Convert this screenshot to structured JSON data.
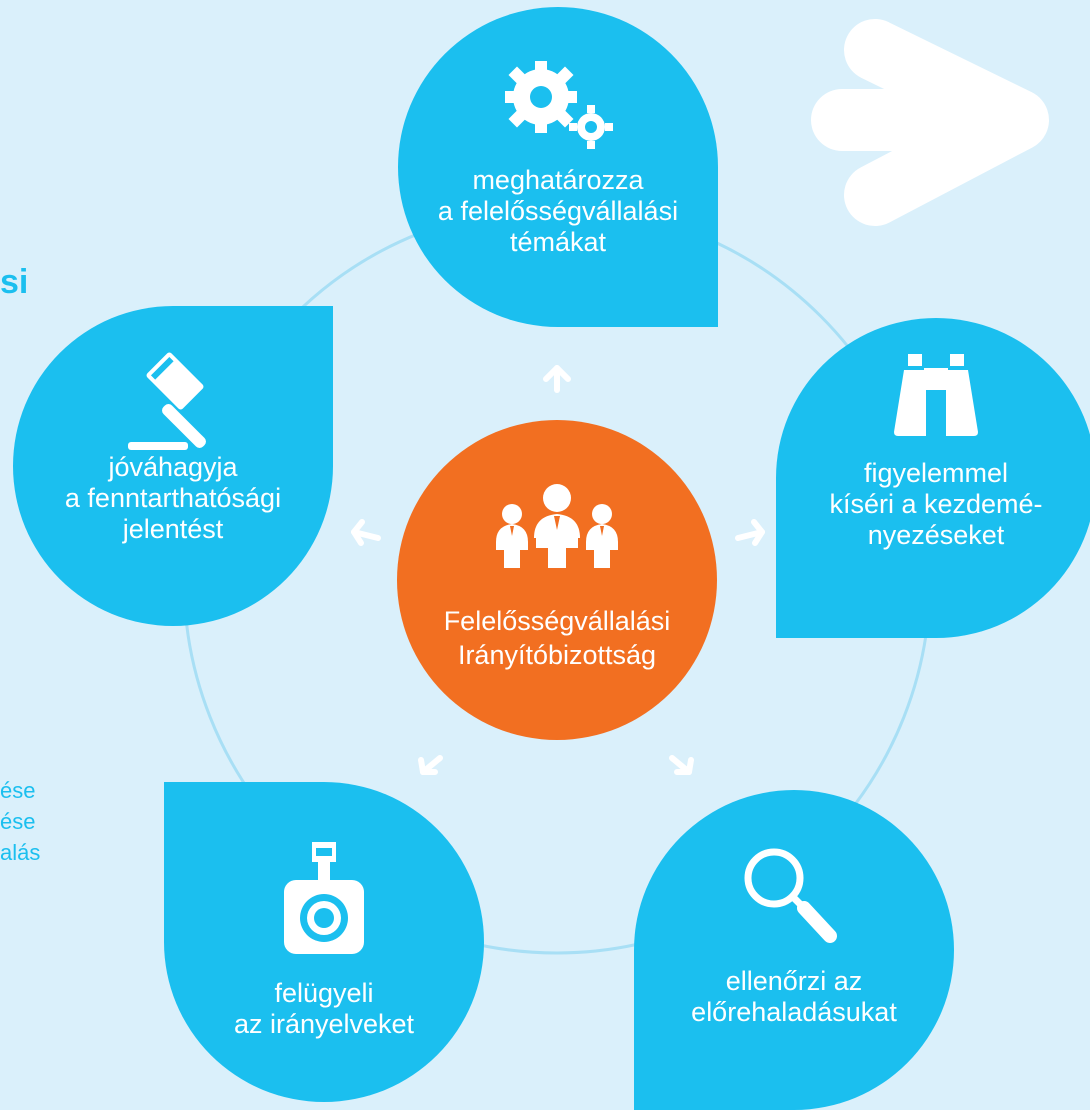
{
  "center": {
    "label": "Felelősségvállalási\nIrányítóbizottság",
    "icon": "committee-speakers-icon",
    "color": "#f26f21"
  },
  "nodes": [
    {
      "id": "top",
      "label": "meghatározza\na felelősségvállalási\ntémákat",
      "icon": "gears-icon"
    },
    {
      "id": "right",
      "label": "figyelemmel\nkíséri a kezdemé-\nnyezéseket",
      "icon": "binoculars-icon"
    },
    {
      "id": "bottom-right",
      "label": "ellenőrzi az\nelőrehaladásukat",
      "icon": "magnifier-icon"
    },
    {
      "id": "bottom-left",
      "label": "felügyeli\naz irányelveket",
      "icon": "camera-icon"
    },
    {
      "id": "left",
      "label": "jóváhagyja\na fenntarthatósági\njelentést",
      "icon": "gavel-icon"
    }
  ],
  "side_fragments": {
    "heading": "si",
    "lines": [
      "ése",
      "ése",
      "alás"
    ]
  },
  "decor": {
    "arrow_icon": "large-right-arrow-icon"
  },
  "colors": {
    "background": "#daf0fb",
    "node": "#1bbfef",
    "accent": "#f26f21",
    "ring": "#a8dff5"
  }
}
